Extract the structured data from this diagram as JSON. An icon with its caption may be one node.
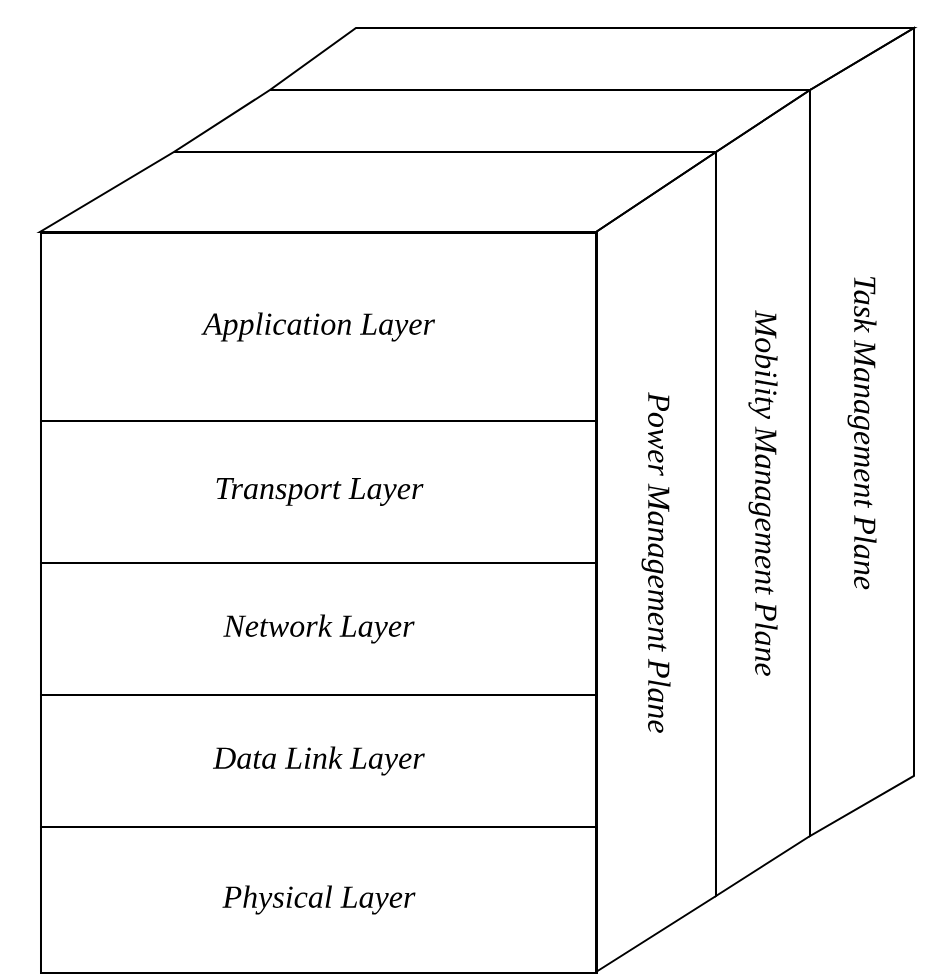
{
  "diagram": {
    "nodes": [
      {
        "text": [
          "Application Layer"
        ]
      },
      {
        "text": [
          "Transport Layer"
        ]
      },
      {
        "text": [
          "Network Layer"
        ]
      },
      {
        "text": [
          "Data Link Layer"
        ]
      },
      {
        "text": [
          "Physical Layer"
        ]
      },
      {
        "text": [
          "Power Management Plane"
        ]
      },
      {
        "text": [
          "Mobility Management Plane"
        ]
      },
      {
        "text": [
          "Task Management Plane"
        ]
      }
    ]
  }
}
